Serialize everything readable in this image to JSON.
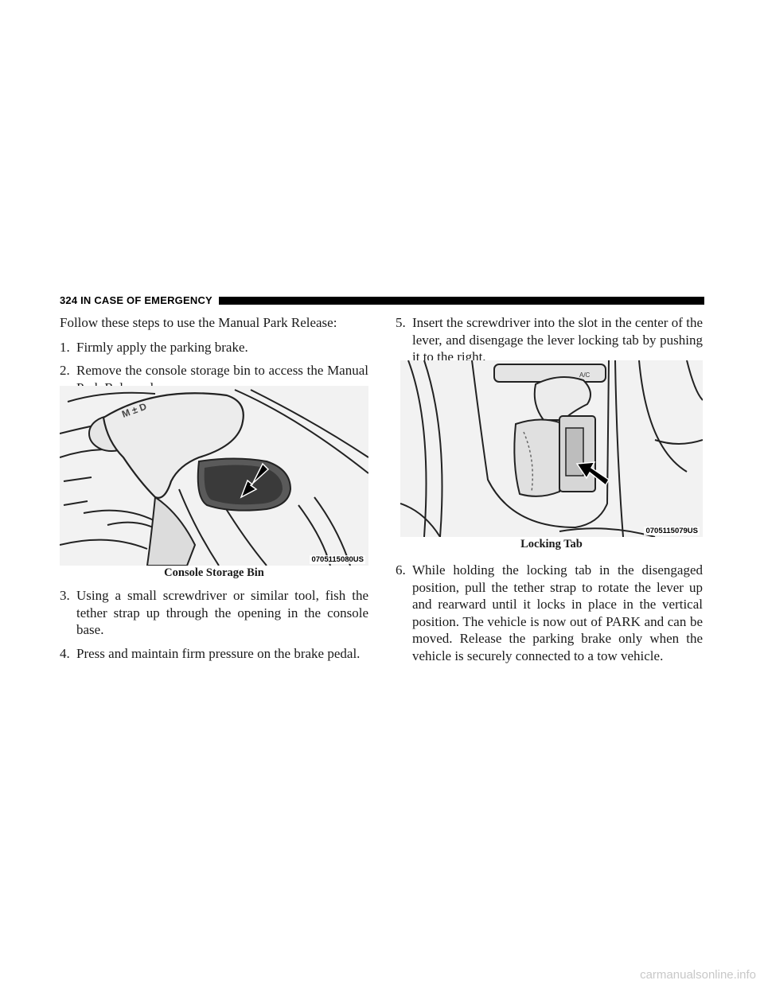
{
  "header": {
    "page_number": "324",
    "section_title": "IN CASE OF EMERGENCY"
  },
  "left_column": {
    "intro": "Follow these steps to use the Manual Park Release:",
    "steps": [
      {
        "num": "1.",
        "text": "Firmly apply the parking brake."
      },
      {
        "num": "2.",
        "text": "Remove the console storage bin to access the Manual Park Release lever."
      },
      {
        "num": "3.",
        "text": "Using a small screwdriver or similar tool, fish the tether strap up through the opening in the console base."
      },
      {
        "num": "4.",
        "text": "Press and maintain firm pressure on the brake pedal."
      }
    ],
    "figure": {
      "code": "0705115080US",
      "caption": "Console Storage Bin",
      "gear_letters": "M ± D"
    }
  },
  "right_column": {
    "steps": [
      {
        "num": "5.",
        "text": "Insert the screwdriver into the slot in the center of the lever, and disengage the lever locking tab by pushing it to the right."
      },
      {
        "num": "6.",
        "text": "While holding the locking tab in the disengaged position, pull the tether strap to rotate the lever up and rearward until it locks in place in the vertical position. The vehicle is now out of PARK and can be moved. Release the parking brake only when the vehicle is securely connected to a tow vehicle."
      }
    ],
    "figure": {
      "code": "0705115079US",
      "caption": "Locking Tab",
      "button_label": "A/C"
    }
  },
  "footer": {
    "watermark": "carmanualsonline.info"
  }
}
